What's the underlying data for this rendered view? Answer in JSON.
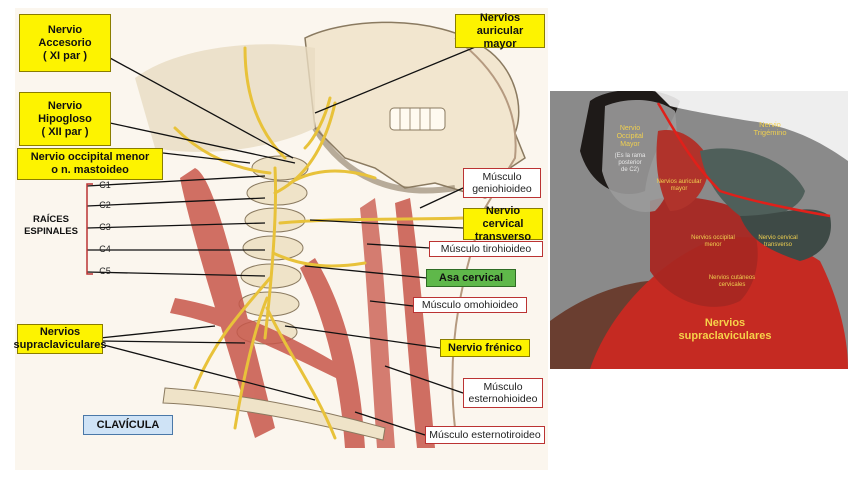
{
  "left_labels": {
    "accesorio": [
      "Nervio",
      "Accesorio",
      "( XI par )"
    ],
    "hipogloso": [
      "Nervio",
      "Hipogloso",
      "( XII par )"
    ],
    "occipital_menor": [
      "Nervio occipital menor",
      "o n. mastoideo"
    ],
    "auricular_mayor": [
      "Nervios auricular",
      "mayor"
    ],
    "raices": [
      "RAÍCES",
      "ESPINALES"
    ],
    "roots": [
      "C1",
      "C2",
      "C3",
      "C4",
      "C5"
    ],
    "geniohioideo": [
      "Músculo",
      "geniohioideo"
    ],
    "cervical_transverso": [
      "Nervio cervical",
      "transverso"
    ],
    "tirohioideo": "Músculo tirohioideo",
    "asa_cervical": "Asa cervical",
    "omohioideo": "Músculo omohioideo",
    "supraclaviculares": [
      "Nervios",
      "supraclaviculares"
    ],
    "frenico": "Nervio frénico",
    "esternohioideo": [
      "Músculo",
      "esternohioideo"
    ],
    "clavicula": "CLAVÍCULA",
    "esternotiroideo": "Músculo esternotiroideo"
  },
  "right_labels": {
    "trigemino": [
      "Nervio",
      "Trigémino"
    ],
    "occipital_mayor": [
      "Nervio",
      "Occipital",
      "Mayor"
    ],
    "occipital_mayor_note": [
      "(Es la  rama",
      "posterior",
      "de C2)"
    ],
    "auricular_mayor": [
      "Nervios auricular",
      "mayor"
    ],
    "occipital_menor": [
      "Nervios occipital",
      "menor"
    ],
    "cervical_transverso": [
      "Nervio cervical",
      "transverso"
    ],
    "cutaneos_cervicales": [
      "Nervios cutáneos",
      "cervicales"
    ],
    "supraclaviculares": [
      "Nervios",
      "supraclaviculares"
    ]
  },
  "colors": {
    "label_yellow": "#fdf300",
    "label_green": "#5fb84a",
    "label_blue": "#cfe3f6",
    "muscle_red": "#c8574a",
    "nerve_yellow": "#e8c23a",
    "right_background": "#8a8a8a",
    "trigeminal_line": "#e0201a"
  }
}
